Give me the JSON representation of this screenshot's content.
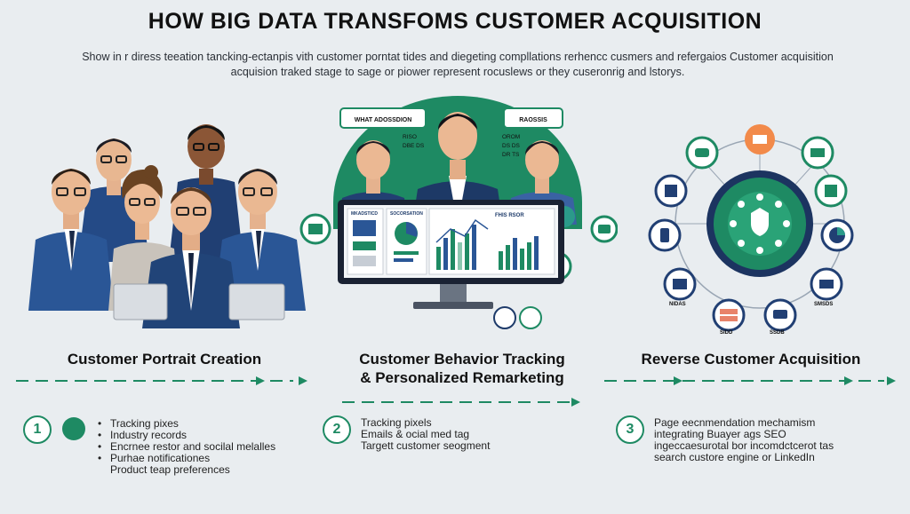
{
  "title": "HOW BIG DATA TRANSFOMS CUSTOMER ACQUISITION",
  "subtitle": "Show in r diress teeation tancking-ectanpis vith customer porntat tides and diegeting compllations rerhencc cusmers and refergaios Customer acquisition acquision traked stage to sage or piower represent rocuslews or they cuseronrig  and lstorys.",
  "colors": {
    "green": "#1e8a63",
    "navy": "#213f73",
    "teal": "#2b9a8a"
  },
  "sections": [
    {
      "heading": "Customer Portrait Creation",
      "number": "1",
      "items": [
        "Tracking pixes",
        "Industry records",
        "Encrnee restor and socilal melalles",
        "Purhae notificationes",
        "Product teap preferences"
      ]
    },
    {
      "heading_line1": "Customer Behavior Tracking",
      "heading_line2": "& Personalized Remarketing",
      "number": "2",
      "items": [
        "Tracking pixels",
        "Emails  & ocial med tag",
        "Targett customer seogment"
      ]
    },
    {
      "heading": "Reverse  Customer Acquisition",
      "number": "3",
      "items": [
        "Page eecnmendation mechamism",
        "integrating Buayer ags  SEO",
        "ingeccaesurotal bor incomdctcerot tas",
        "search custore engine or LinkedIn"
      ]
    }
  ],
  "screen": {
    "left_tag": "WHAT ADOSSDION",
    "right_tag": "RAOSSIS",
    "center_labels": [
      "RISO",
      "DBE DS",
      "OROM",
      "DS DS",
      "DR TS"
    ],
    "panel_labels": [
      "MKADSTICD",
      "SOCORSATION",
      "FHIS RSOR"
    ]
  },
  "hub": {
    "labels": [
      "NIDAS",
      "SIDD",
      "SSDB",
      "SMSDS"
    ]
  }
}
